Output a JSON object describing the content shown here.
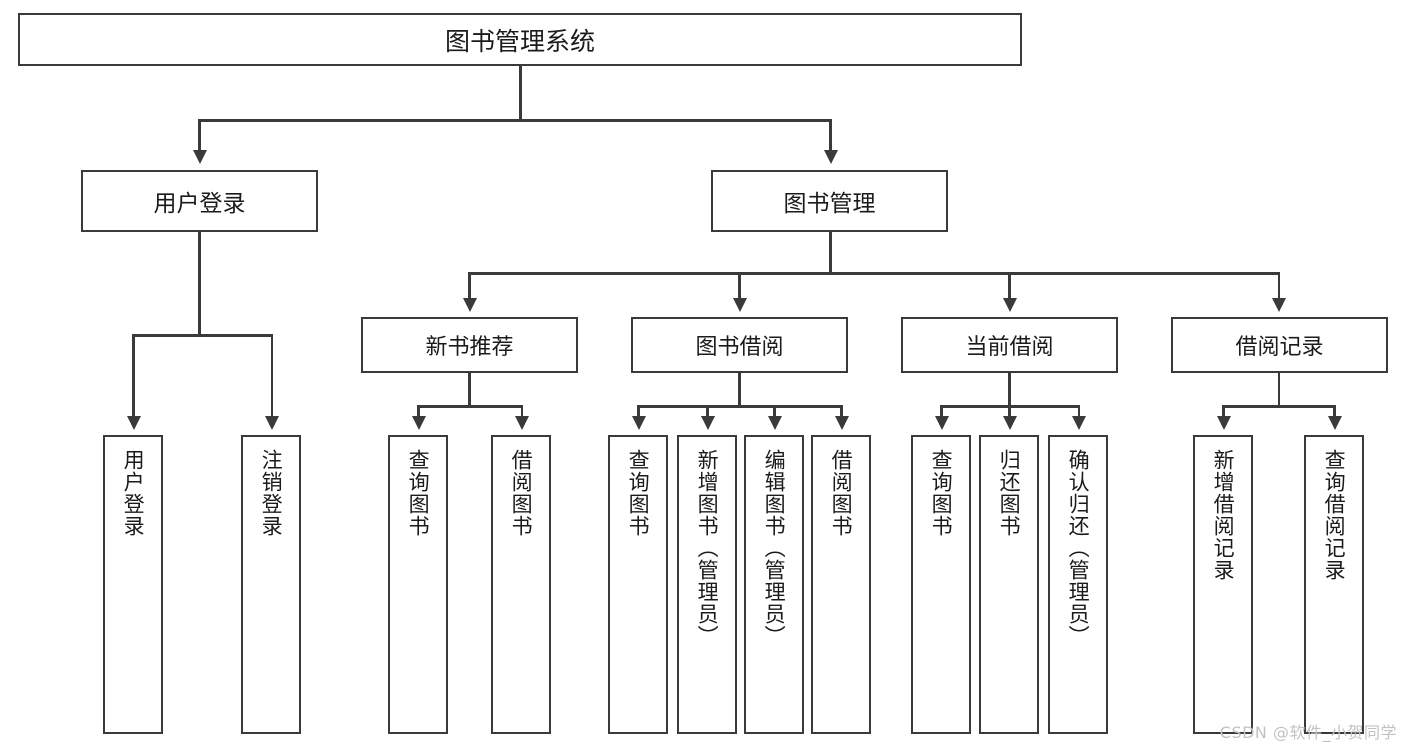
{
  "diagram": {
    "type": "tree-hierarchy",
    "title": "图书管理系统",
    "watermark": "CSDN @软件_小贺同学",
    "colors": {
      "stroke": "#3a3a3a",
      "fill": "#ffffff",
      "text": "#1b1b1b",
      "watermark": "#c2c2c2"
    },
    "root": {
      "label": "图书管理系统"
    },
    "level2": [
      {
        "label": "用户登录"
      },
      {
        "label": "图书管理"
      }
    ],
    "level3": [
      {
        "label": "新书推荐"
      },
      {
        "label": "图书借阅"
      },
      {
        "label": "当前借阅"
      },
      {
        "label": "借阅记录"
      }
    ],
    "leaves": {
      "user_login": [
        {
          "label": "用户登录"
        },
        {
          "label": "注销登录"
        }
      ],
      "new_book_recommend": [
        {
          "label": "查询图书"
        },
        {
          "label": "借阅图书"
        }
      ],
      "book_borrow": [
        {
          "label": "查询图书"
        },
        {
          "label": "新增图书（管理员）"
        },
        {
          "label": "编辑图书（管理员）"
        },
        {
          "label": "借阅图书"
        }
      ],
      "current_borrow": [
        {
          "label": "查询图书"
        },
        {
          "label": "归还图书"
        },
        {
          "label": "确认归还（管理员）"
        }
      ],
      "borrow_record": [
        {
          "label": "新增借阅记录"
        },
        {
          "label": "查询借阅记录"
        }
      ]
    }
  }
}
